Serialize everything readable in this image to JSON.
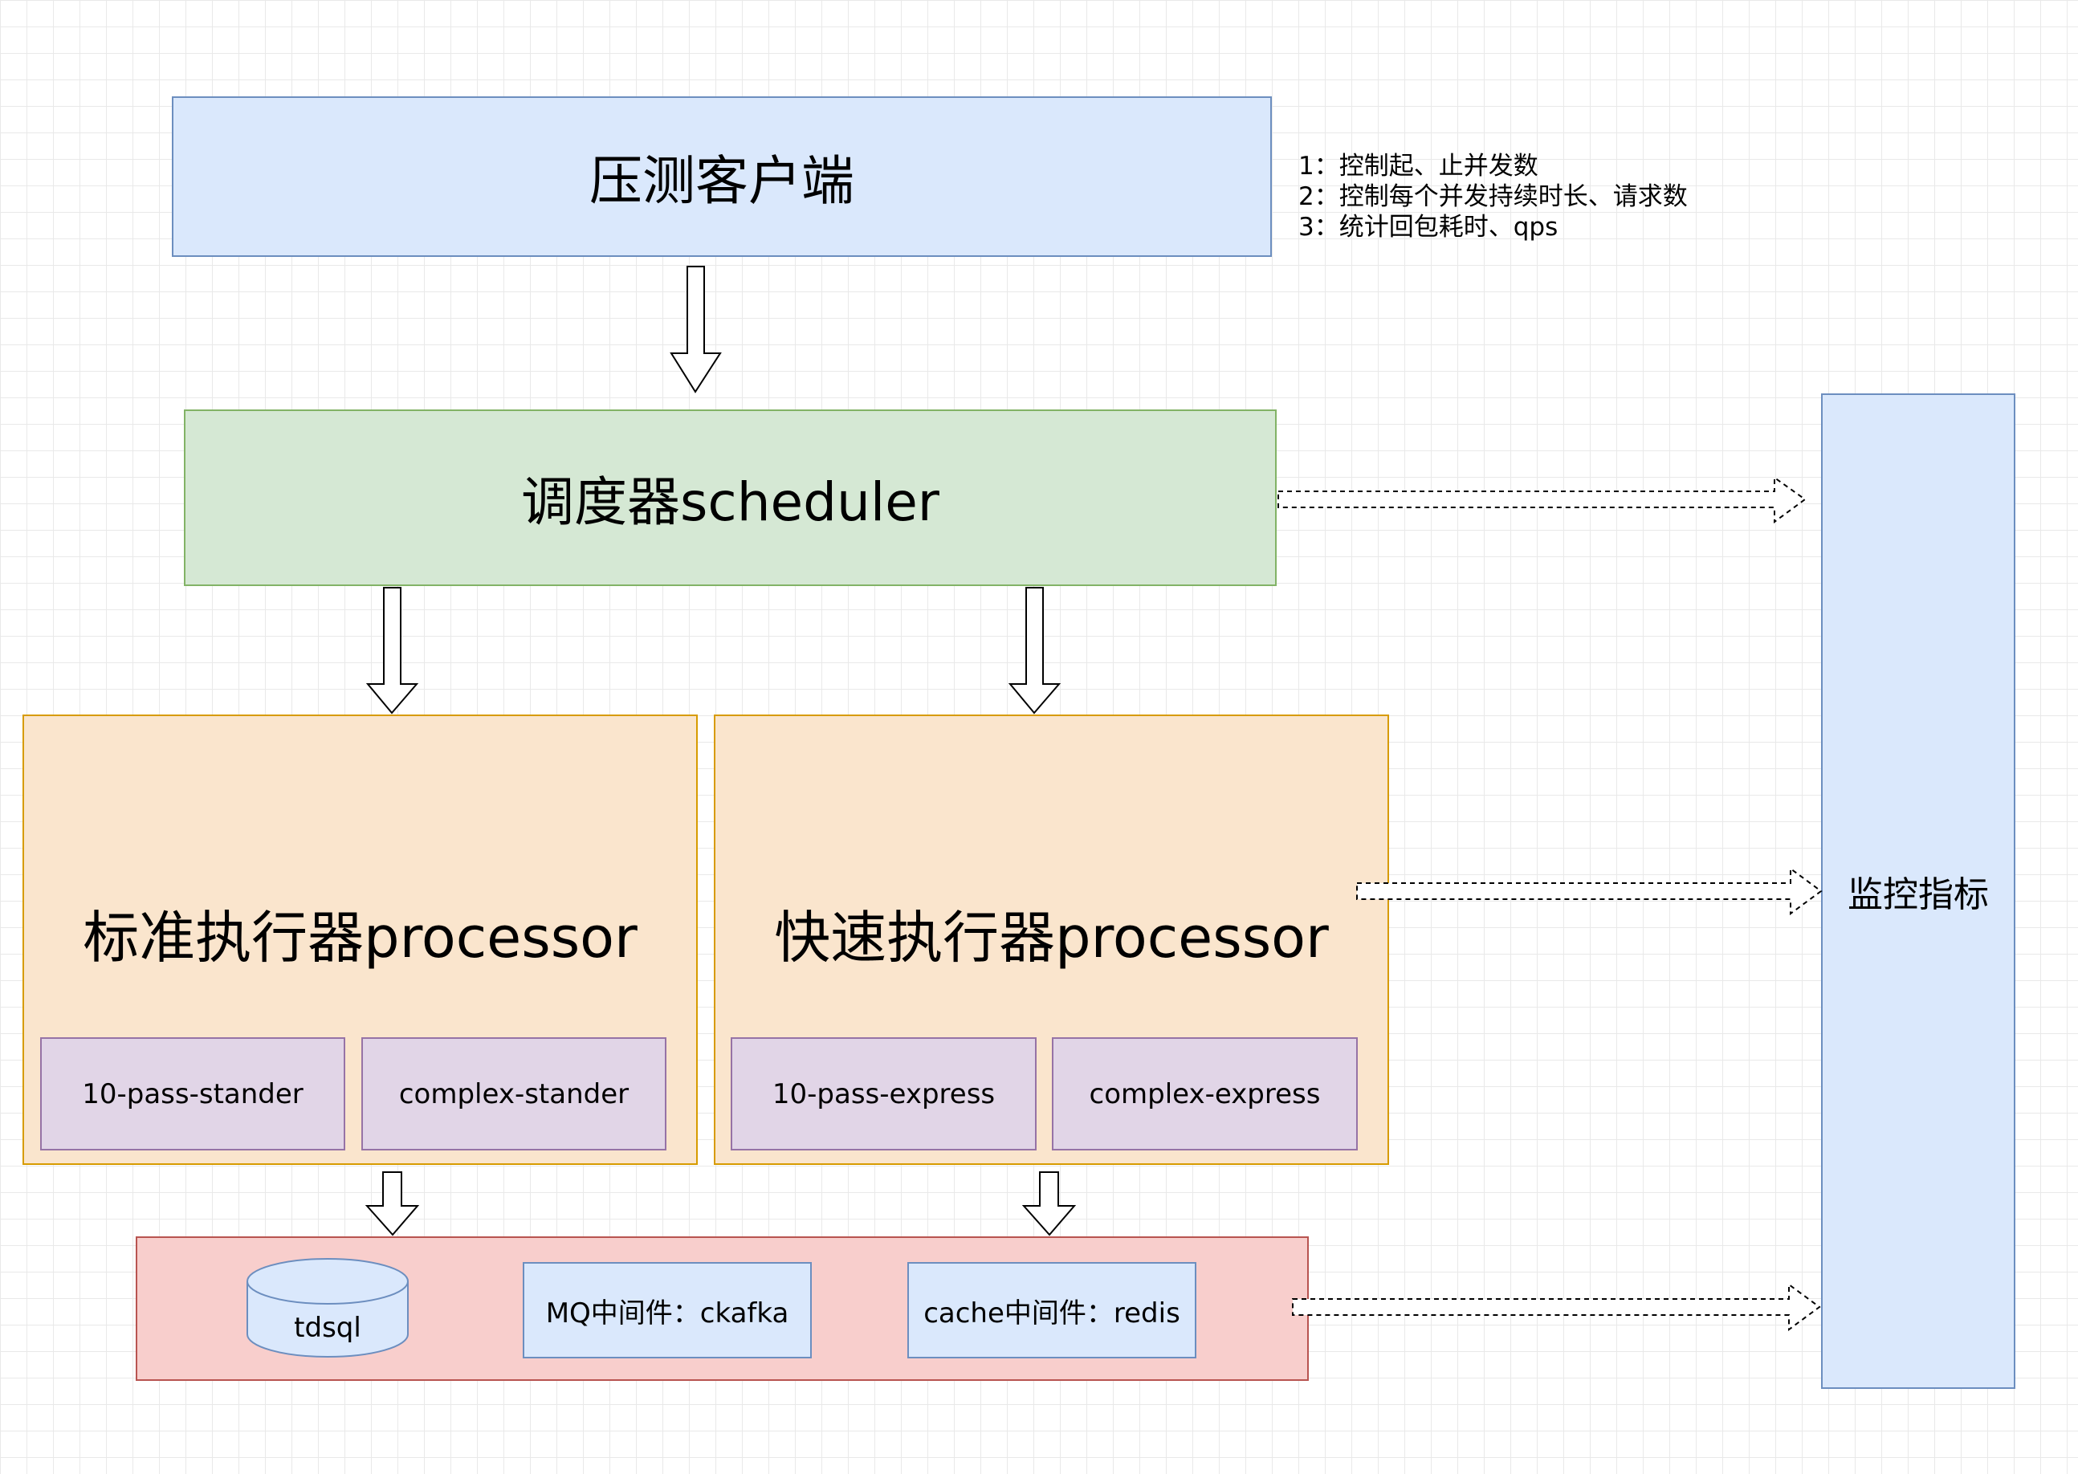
{
  "client": {
    "label": "压测客户端"
  },
  "notes": [
    "1：控制起、止并发数",
    "2：控制每个并发持续时长、请求数",
    "3：统计回包耗时、qps"
  ],
  "scheduler": {
    "label": "调度器scheduler"
  },
  "processors": [
    {
      "label": "标准执行器processor",
      "subs": [
        "10-pass-stander",
        "complex-stander"
      ]
    },
    {
      "label": "快速执行器processor",
      "subs": [
        "10-pass-express",
        "complex-express"
      ]
    }
  ],
  "middleware": {
    "db": "tdsql",
    "mq": "MQ中间件：ckafka",
    "cache": "cache中间件：redis"
  },
  "monitor": {
    "label": "监控指标"
  }
}
